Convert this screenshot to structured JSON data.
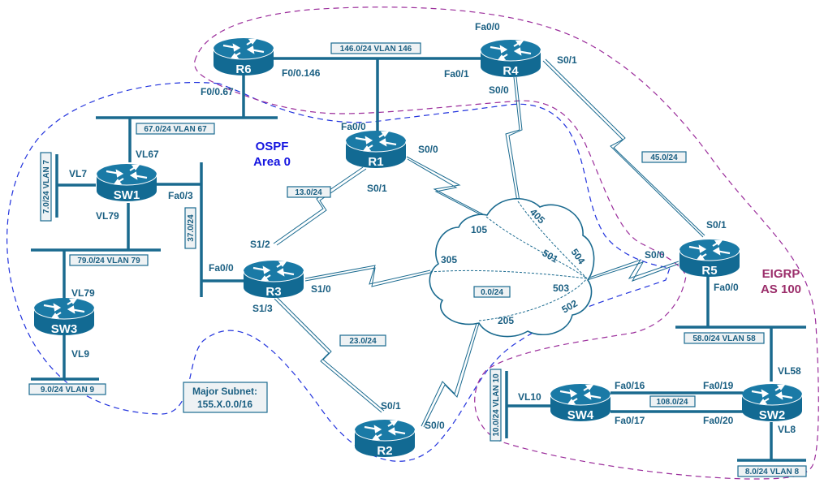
{
  "title": "OSPF / EIGRP lab topology",
  "colors": {
    "device": "#126a93",
    "link": "#1a6a8f",
    "ospf_boundary": "#2233dd",
    "eigrp_boundary": "#9b2d9b",
    "label": "#1a5f82"
  },
  "areas": {
    "ospf": {
      "line1": "OSPF",
      "line2": "Area 0"
    },
    "eigrp": {
      "line1": "EIGRP",
      "line2": "AS 100"
    }
  },
  "major_subnet": {
    "line1": "Major Subnet:",
    "line2": "155.X.0.0/16"
  },
  "devices": {
    "R1": {
      "name": "R1",
      "icon": "router-icon"
    },
    "R2": {
      "name": "R2",
      "icon": "router-icon"
    },
    "R3": {
      "name": "R3",
      "icon": "router-icon"
    },
    "R4": {
      "name": "R4",
      "icon": "router-icon"
    },
    "R5": {
      "name": "R5",
      "icon": "router-icon"
    },
    "R6": {
      "name": "R6",
      "icon": "router-icon"
    },
    "SW1": {
      "name": "SW1",
      "icon": "layer3-switch-icon"
    },
    "SW2": {
      "name": "SW2",
      "icon": "layer3-switch-icon"
    },
    "SW3": {
      "name": "SW3",
      "icon": "layer3-switch-icon"
    },
    "SW4": {
      "name": "SW4",
      "icon": "layer3-switch-icon"
    }
  },
  "subnets": {
    "vlan146": "146.0/24 VLAN 146",
    "vlan67": "67.0/24 VLAN 67",
    "vlan7": "7.0/24 VLAN 7",
    "vlan79": "79.0/24 VLAN 79",
    "vlan9": "9.0/24 VLAN 9",
    "link37": "37.0/24",
    "link13": "13.0/24",
    "link23": "23.0/24",
    "link45": "45.0/24",
    "frame_relay": "0.0/24",
    "vlan58": "58.0/24 VLAN 58",
    "vlan10": "10.0/24 VLAN 10",
    "link108": "108.0/24",
    "vlan8": "8.0/24 VLAN 8"
  },
  "interfaces": {
    "r6_f0_146": "F0/0.146",
    "r6_f0_67": "F0/0.67",
    "r4_fa00": "Fa0/0",
    "r4_fa01": "Fa0/1",
    "r4_s00": "S0/0",
    "r4_s01": "S0/1",
    "r1_fa00": "Fa0/0",
    "r1_s00": "S0/0",
    "r1_s01": "S0/1",
    "sw1_vl67": "VL67",
    "sw1_vl7": "VL7",
    "sw1_vl79": "VL79",
    "sw1_fa03": "Fa0/3",
    "sw3_vl79": "VL79",
    "sw3_vl9": "VL9",
    "r3_fa00": "Fa0/0",
    "r3_s12": "S1/2",
    "r3_s10": "S1/0",
    "r3_s13": "S1/3",
    "r2_s01": "S0/1",
    "r2_s00": "S0/0",
    "r5_s01": "S0/1",
    "r5_s00": "S0/0",
    "r5_fa00": "Fa0/0",
    "sw2_vl58": "VL58",
    "sw2_vl8": "VL8",
    "sw2_fa019": "Fa0/19",
    "sw2_fa020": "Fa0/20",
    "sw4_vl10": "VL10",
    "sw4_fa016": "Fa0/16",
    "sw4_fa017": "Fa0/17"
  },
  "dlci": {
    "d105": "105",
    "d405": "405",
    "d305": "305",
    "d205": "205",
    "d501": "501",
    "d504": "504",
    "d503": "503",
    "d502": "502"
  }
}
